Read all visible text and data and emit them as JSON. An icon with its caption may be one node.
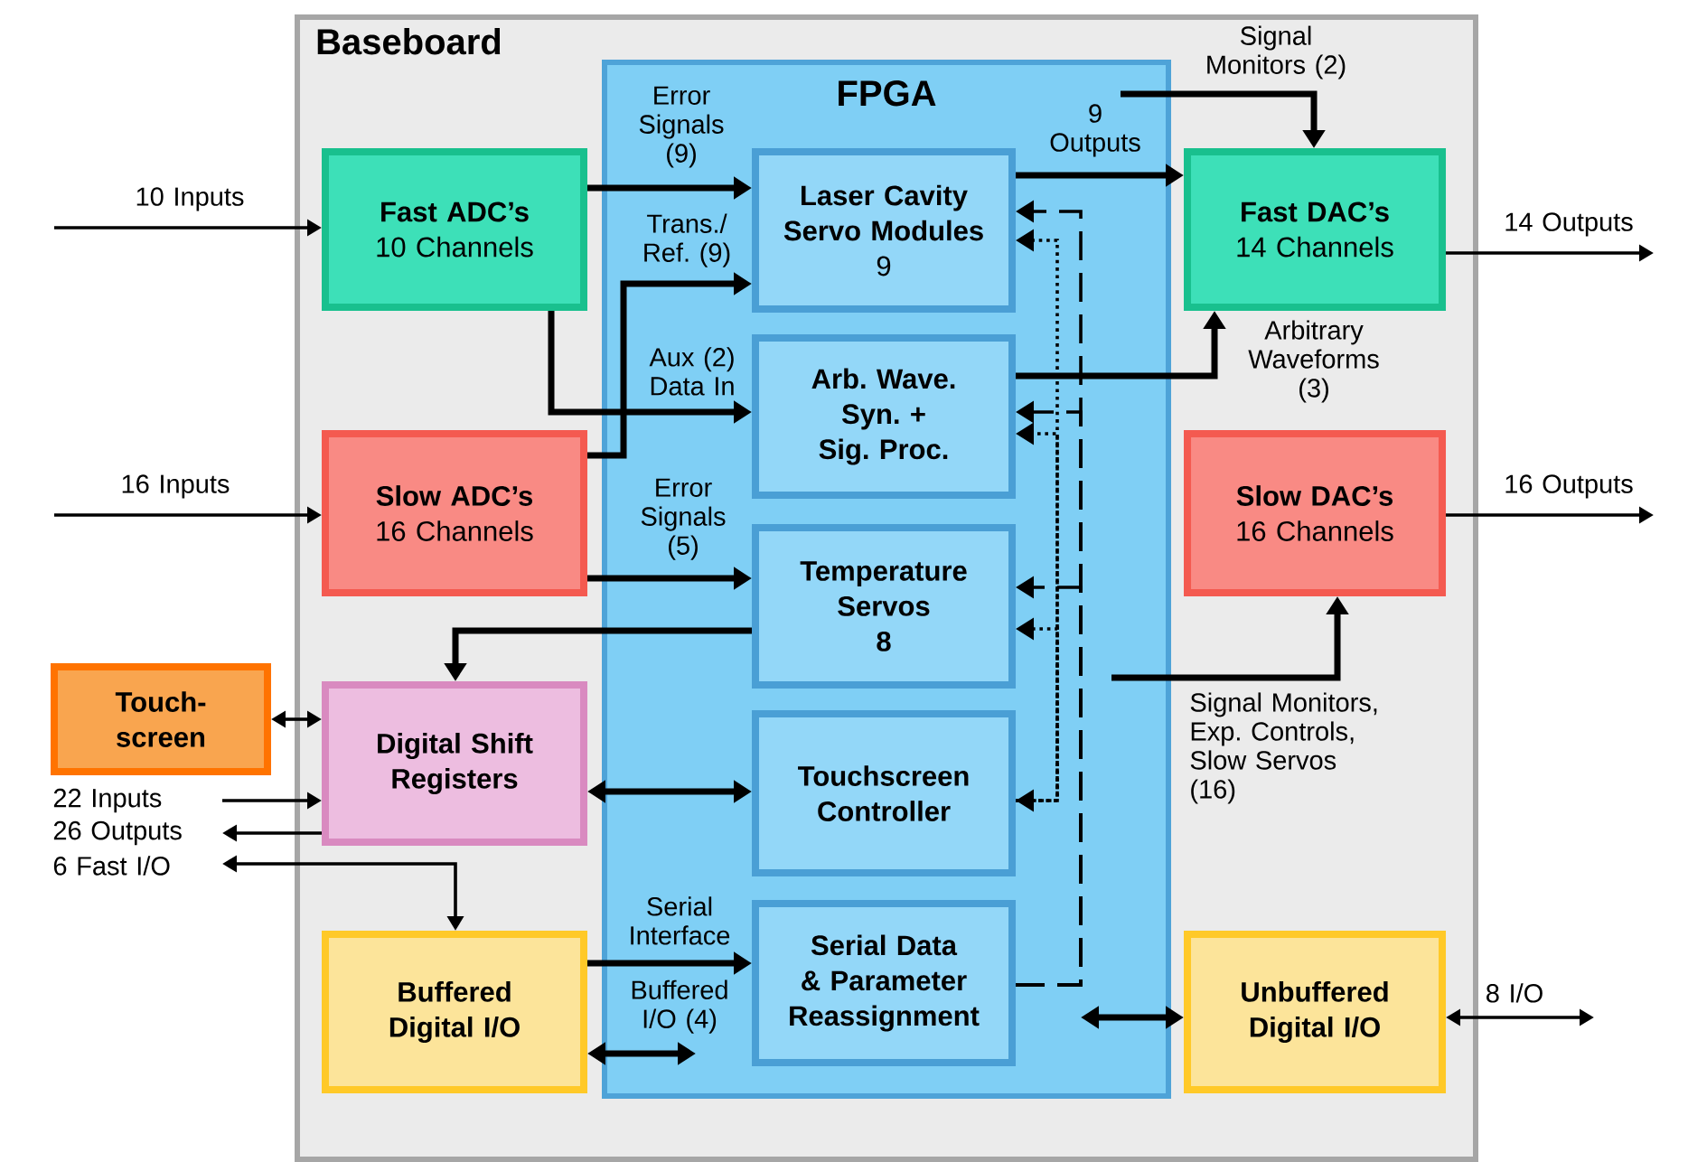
{
  "diagram": {
    "nodes": [
      {
        "text": [
          "Baseboard"
        ]
      },
      {
        "text": [
          "FPGA"
        ],
        "in": 0
      },
      {
        "text": [
          "Fast ADC’s",
          "10 Channels"
        ],
        "in": 0
      },
      {
        "text": [
          "Slow ADC’s",
          "16 Channels"
        ],
        "in": 0
      },
      {
        "text": [
          "Touch- screen"
        ]
      },
      {
        "text": [
          "Digital Shift Registers"
        ],
        "in": 0
      },
      {
        "text": [
          "Buffered Digital I/O"
        ],
        "in": 0
      },
      {
        "text": [
          "Laser Cavity Servo Modules",
          "9"
        ],
        "in": 1
      },
      {
        "text": [
          "Arb. Wave. Syn. + Sig. Proc."
        ],
        "in": 1
      },
      {
        "text": [
          "Temperature Servos",
          "8"
        ],
        "in": 1
      },
      {
        "text": [
          "Touchscreen Controller"
        ],
        "in": 1
      },
      {
        "text": [
          "Serial Data & Parameter Reassignment"
        ],
        "in": 1
      },
      {
        "text": [
          "Fast DAC’s",
          "14 Channels"
        ],
        "in": 0
      },
      {
        "text": [
          "Slow DAC’s",
          "16 Channels"
        ],
        "in": 0
      },
      {
        "text": [
          "Unbuffered Digital I/O"
        ],
        "in": 0
      }
    ],
    "edges": [
      {
        "from": null,
        "to": 2,
        "arrow": "to",
        "label": "10 Inputs"
      },
      {
        "from": null,
        "to": 3,
        "arrow": "to",
        "label": "16 Inputs"
      },
      {
        "from": 12,
        "to": null,
        "arrow": "to",
        "label": "14 Outputs"
      },
      {
        "from": 13,
        "to": null,
        "arrow": "to",
        "label": "16 Outputs"
      },
      {
        "from": 14,
        "to": null,
        "arrow": "both",
        "label": "8 I/O"
      },
      {
        "from": 4,
        "to": 5,
        "arrow": "both"
      },
      {
        "from": null,
        "to": 5,
        "arrow": "to",
        "label": "22 Inputs"
      },
      {
        "from": 5,
        "to": null,
        "arrow": "to",
        "label": "26 Outputs"
      },
      {
        "from": null,
        "to": 6,
        "arrow": "both",
        "label": "6 Fast I/O"
      },
      {
        "from": 2,
        "to": 7,
        "arrow": "to",
        "label": "Error Signals (9)",
        "style": "thick"
      },
      {
        "from": 3,
        "to": 7,
        "arrow": "to",
        "label": "Trans./ Ref. (9)",
        "style": "thick"
      },
      {
        "from": 2,
        "to": 8,
        "arrow": "to",
        "label": "Aux (2) Data In",
        "style": "thick"
      },
      {
        "from": 3,
        "to": 9,
        "arrow": "to",
        "label": "Error Signals (5)",
        "style": "thick"
      },
      {
        "from": 9,
        "to": 5,
        "arrow": "to",
        "style": "thick"
      },
      {
        "from": 5,
        "to": 10,
        "arrow": "both",
        "style": "thick"
      },
      {
        "from": 6,
        "to": 11,
        "arrow": "to",
        "label": "Serial Interface",
        "style": "thick"
      },
      {
        "from": 6,
        "to": null,
        "arrow": "both",
        "label": "Buffered I/O (4)",
        "style": "thick"
      },
      {
        "from": 7,
        "to": 12,
        "arrow": "to",
        "label": "9 Outputs",
        "style": "thick"
      },
      {
        "from": null,
        "to": 12,
        "arrow": "to",
        "label": "Signal Monitors (2)",
        "style": "thick"
      },
      {
        "from": 8,
        "to": 12,
        "arrow": "to",
        "label": "Arbitrary Waveforms (3)",
        "style": "thick"
      },
      {
        "from": null,
        "to": 13,
        "arrow": "to",
        "label": "Signal Monitors, Exp. Controls, Slow Servos (16)",
        "style": "thick"
      },
      {
        "from": null,
        "to": 14,
        "arrow": "both",
        "style": "thick"
      },
      {
        "from": 11,
        "to": 7,
        "arrow": "to",
        "style": "dashed"
      },
      {
        "from": 11,
        "to": 8,
        "arrow": "to",
        "style": "dashed"
      },
      {
        "from": 11,
        "to": 9,
        "arrow": "to",
        "style": "dashed"
      },
      {
        "from": 10,
        "to": 7,
        "arrow": "both",
        "style": "dashed"
      },
      {
        "from": 10,
        "to": 8,
        "arrow": "to",
        "style": "dashed"
      },
      {
        "from": 10,
        "to": 9,
        "arrow": "to",
        "style": "dashed"
      }
    ]
  }
}
